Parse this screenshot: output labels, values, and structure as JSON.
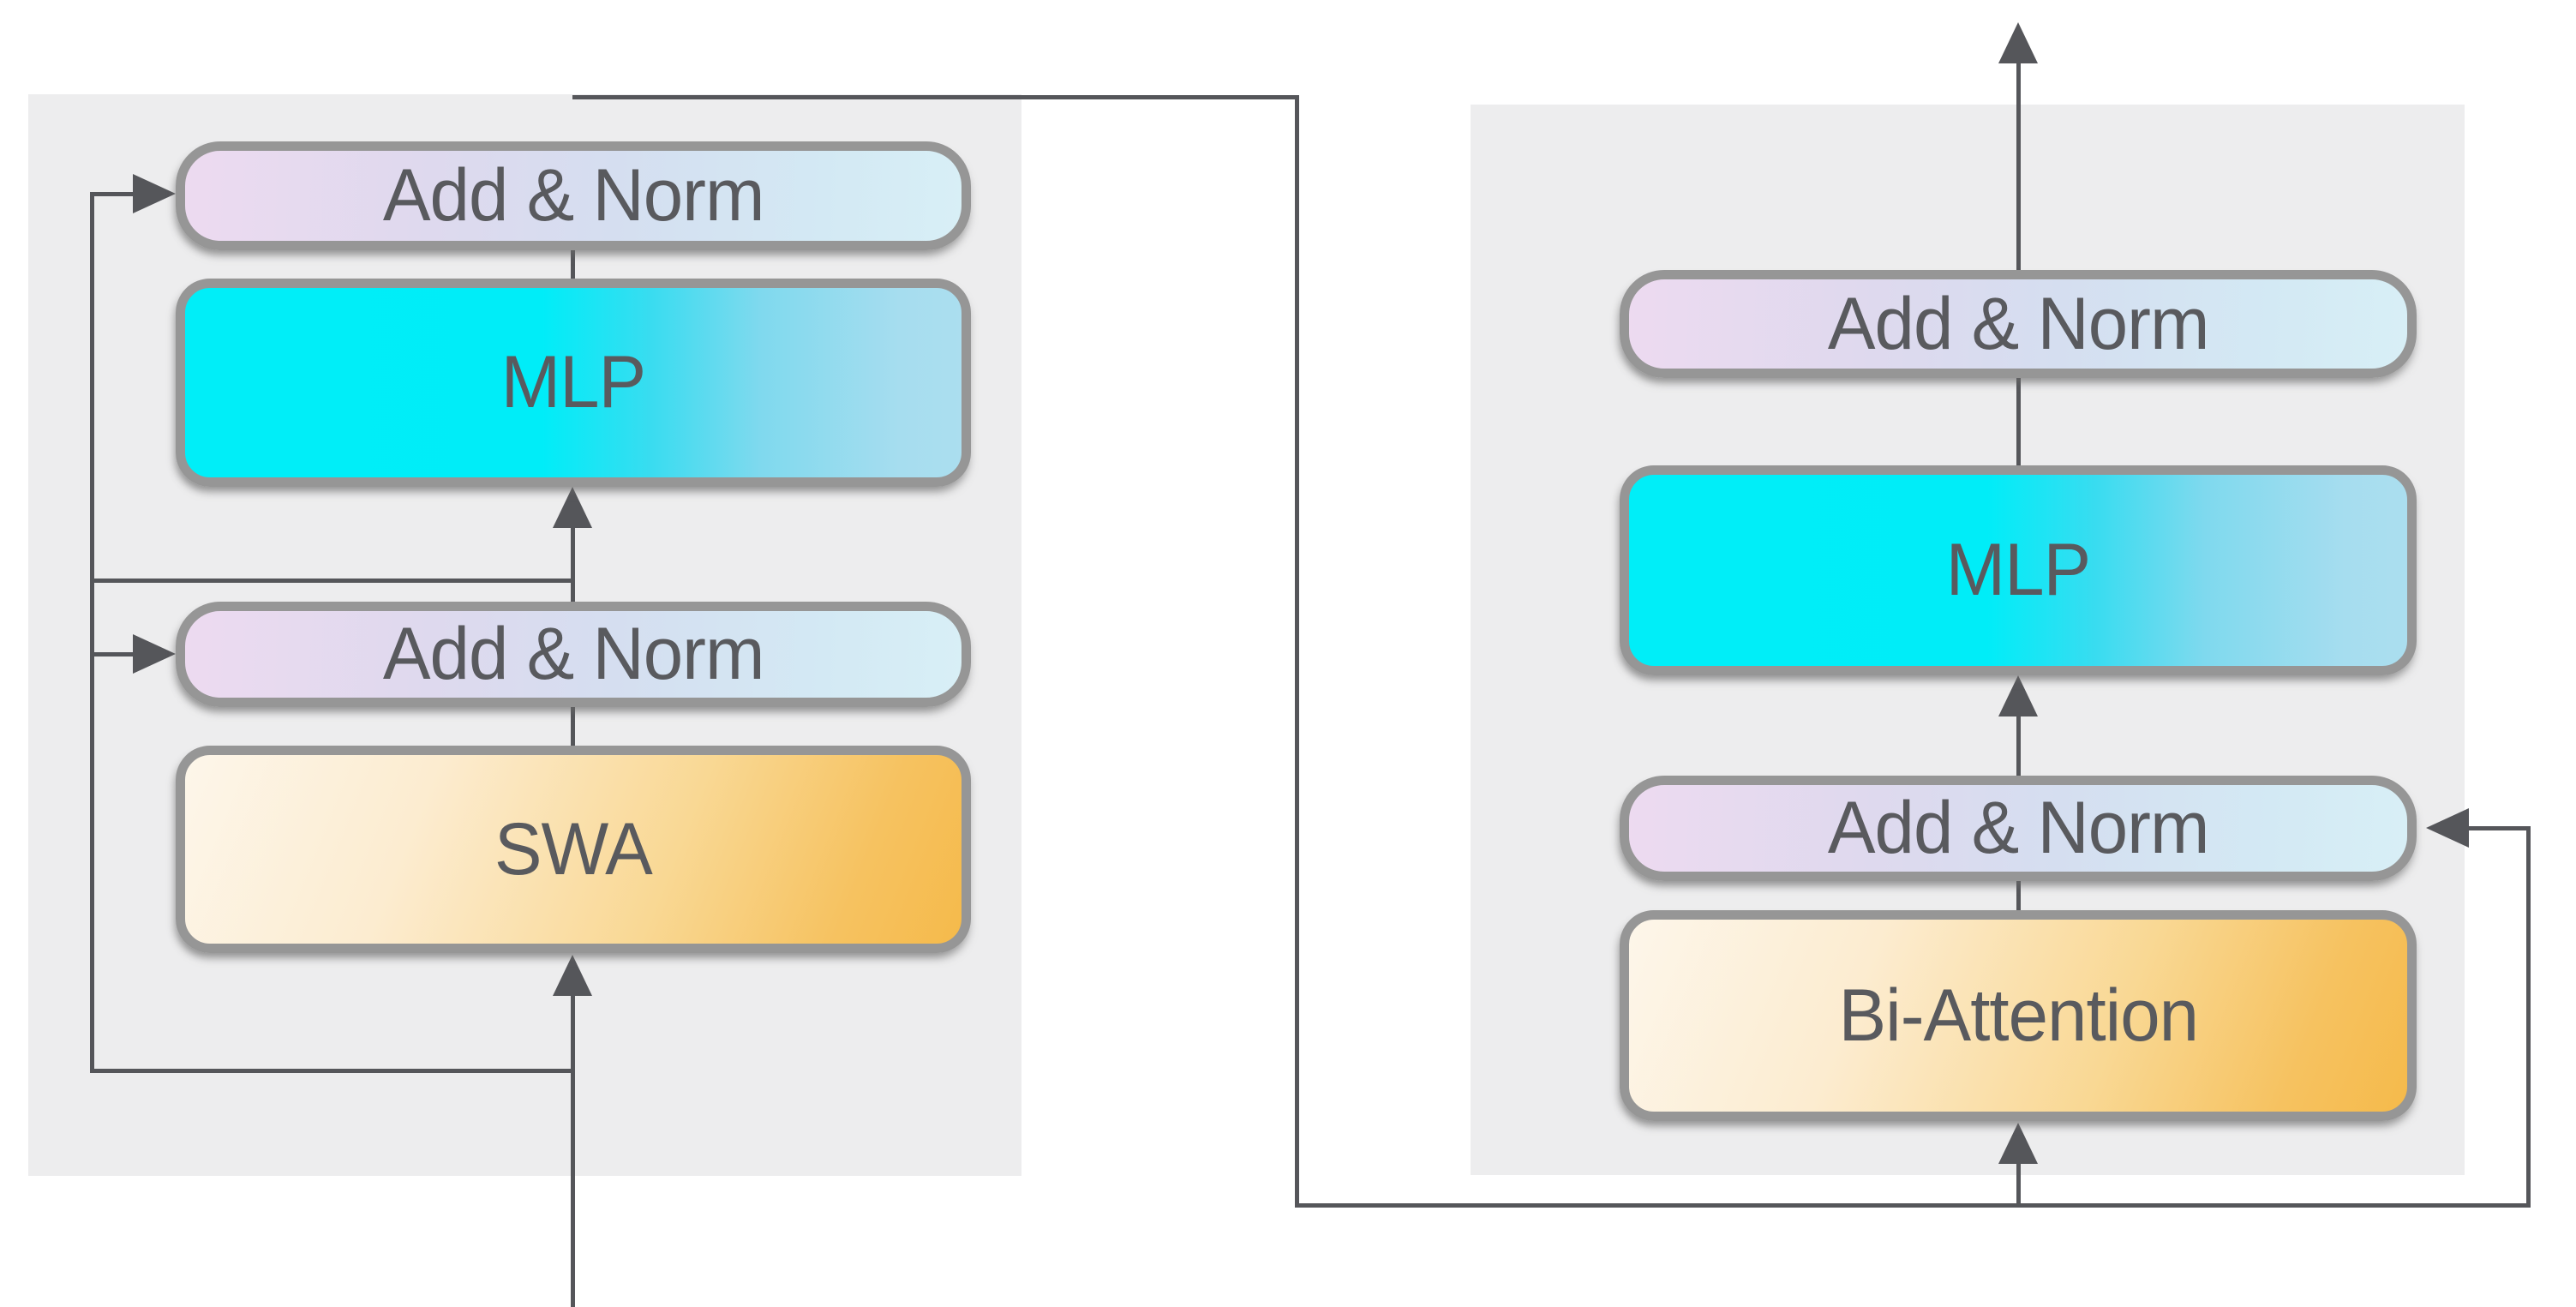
{
  "figure": {
    "left_panel": {
      "role": "swa-layer-block",
      "add_norm_upper": "Add & Norm",
      "mlp": "MLP",
      "add_norm_lower": "Add & Norm",
      "attention": "SWA"
    },
    "right_panel": {
      "role": "bi-attention-layer-block",
      "add_norm_upper": "Add & Norm",
      "mlp": "MLP",
      "add_norm_lower": "Add & Norm",
      "attention": "Bi-Attention"
    },
    "connections": [
      "input -> SWA (arrow up, from bottom edge)",
      "input residual -> lower Add & Norm (left loop, arrow right)",
      "SWA -> lower Add & Norm (line up)",
      "lower Add & Norm -> MLP (arrow up)",
      "pre-MLP residual -> upper Add & Norm (left loop, arrow right)",
      "upper Add & Norm -> MLP (line)",
      "left block output -> right block input (top line right, down, bottom line right)",
      "right input -> Bi-Attention (arrow up)",
      "right input residual -> right lower Add & Norm (right loop, arrow left)",
      "Bi-Attention -> lower Add & Norm (line up)",
      "lower Add & Norm -> MLP (arrow up)",
      "MLP -> upper Add & Norm (line up)",
      "upper Add & Norm -> output (arrow up, exits panel top)"
    ],
    "colors": {
      "background": "#ffffff",
      "panel_background": "#ededee",
      "box_border": "#969696",
      "connector_line": "#55565a",
      "label_text": "#595a5e",
      "add_norm_gradient_left": "#eddaf0",
      "add_norm_gradient_right": "#d8eff6",
      "mlp_gradient_left": "#00eef8",
      "mlp_gradient_right": "#abdeef",
      "attention_gradient_top_left": "#fdf6ea",
      "attention_gradient_bottom_right": "#f5ba4b"
    }
  }
}
